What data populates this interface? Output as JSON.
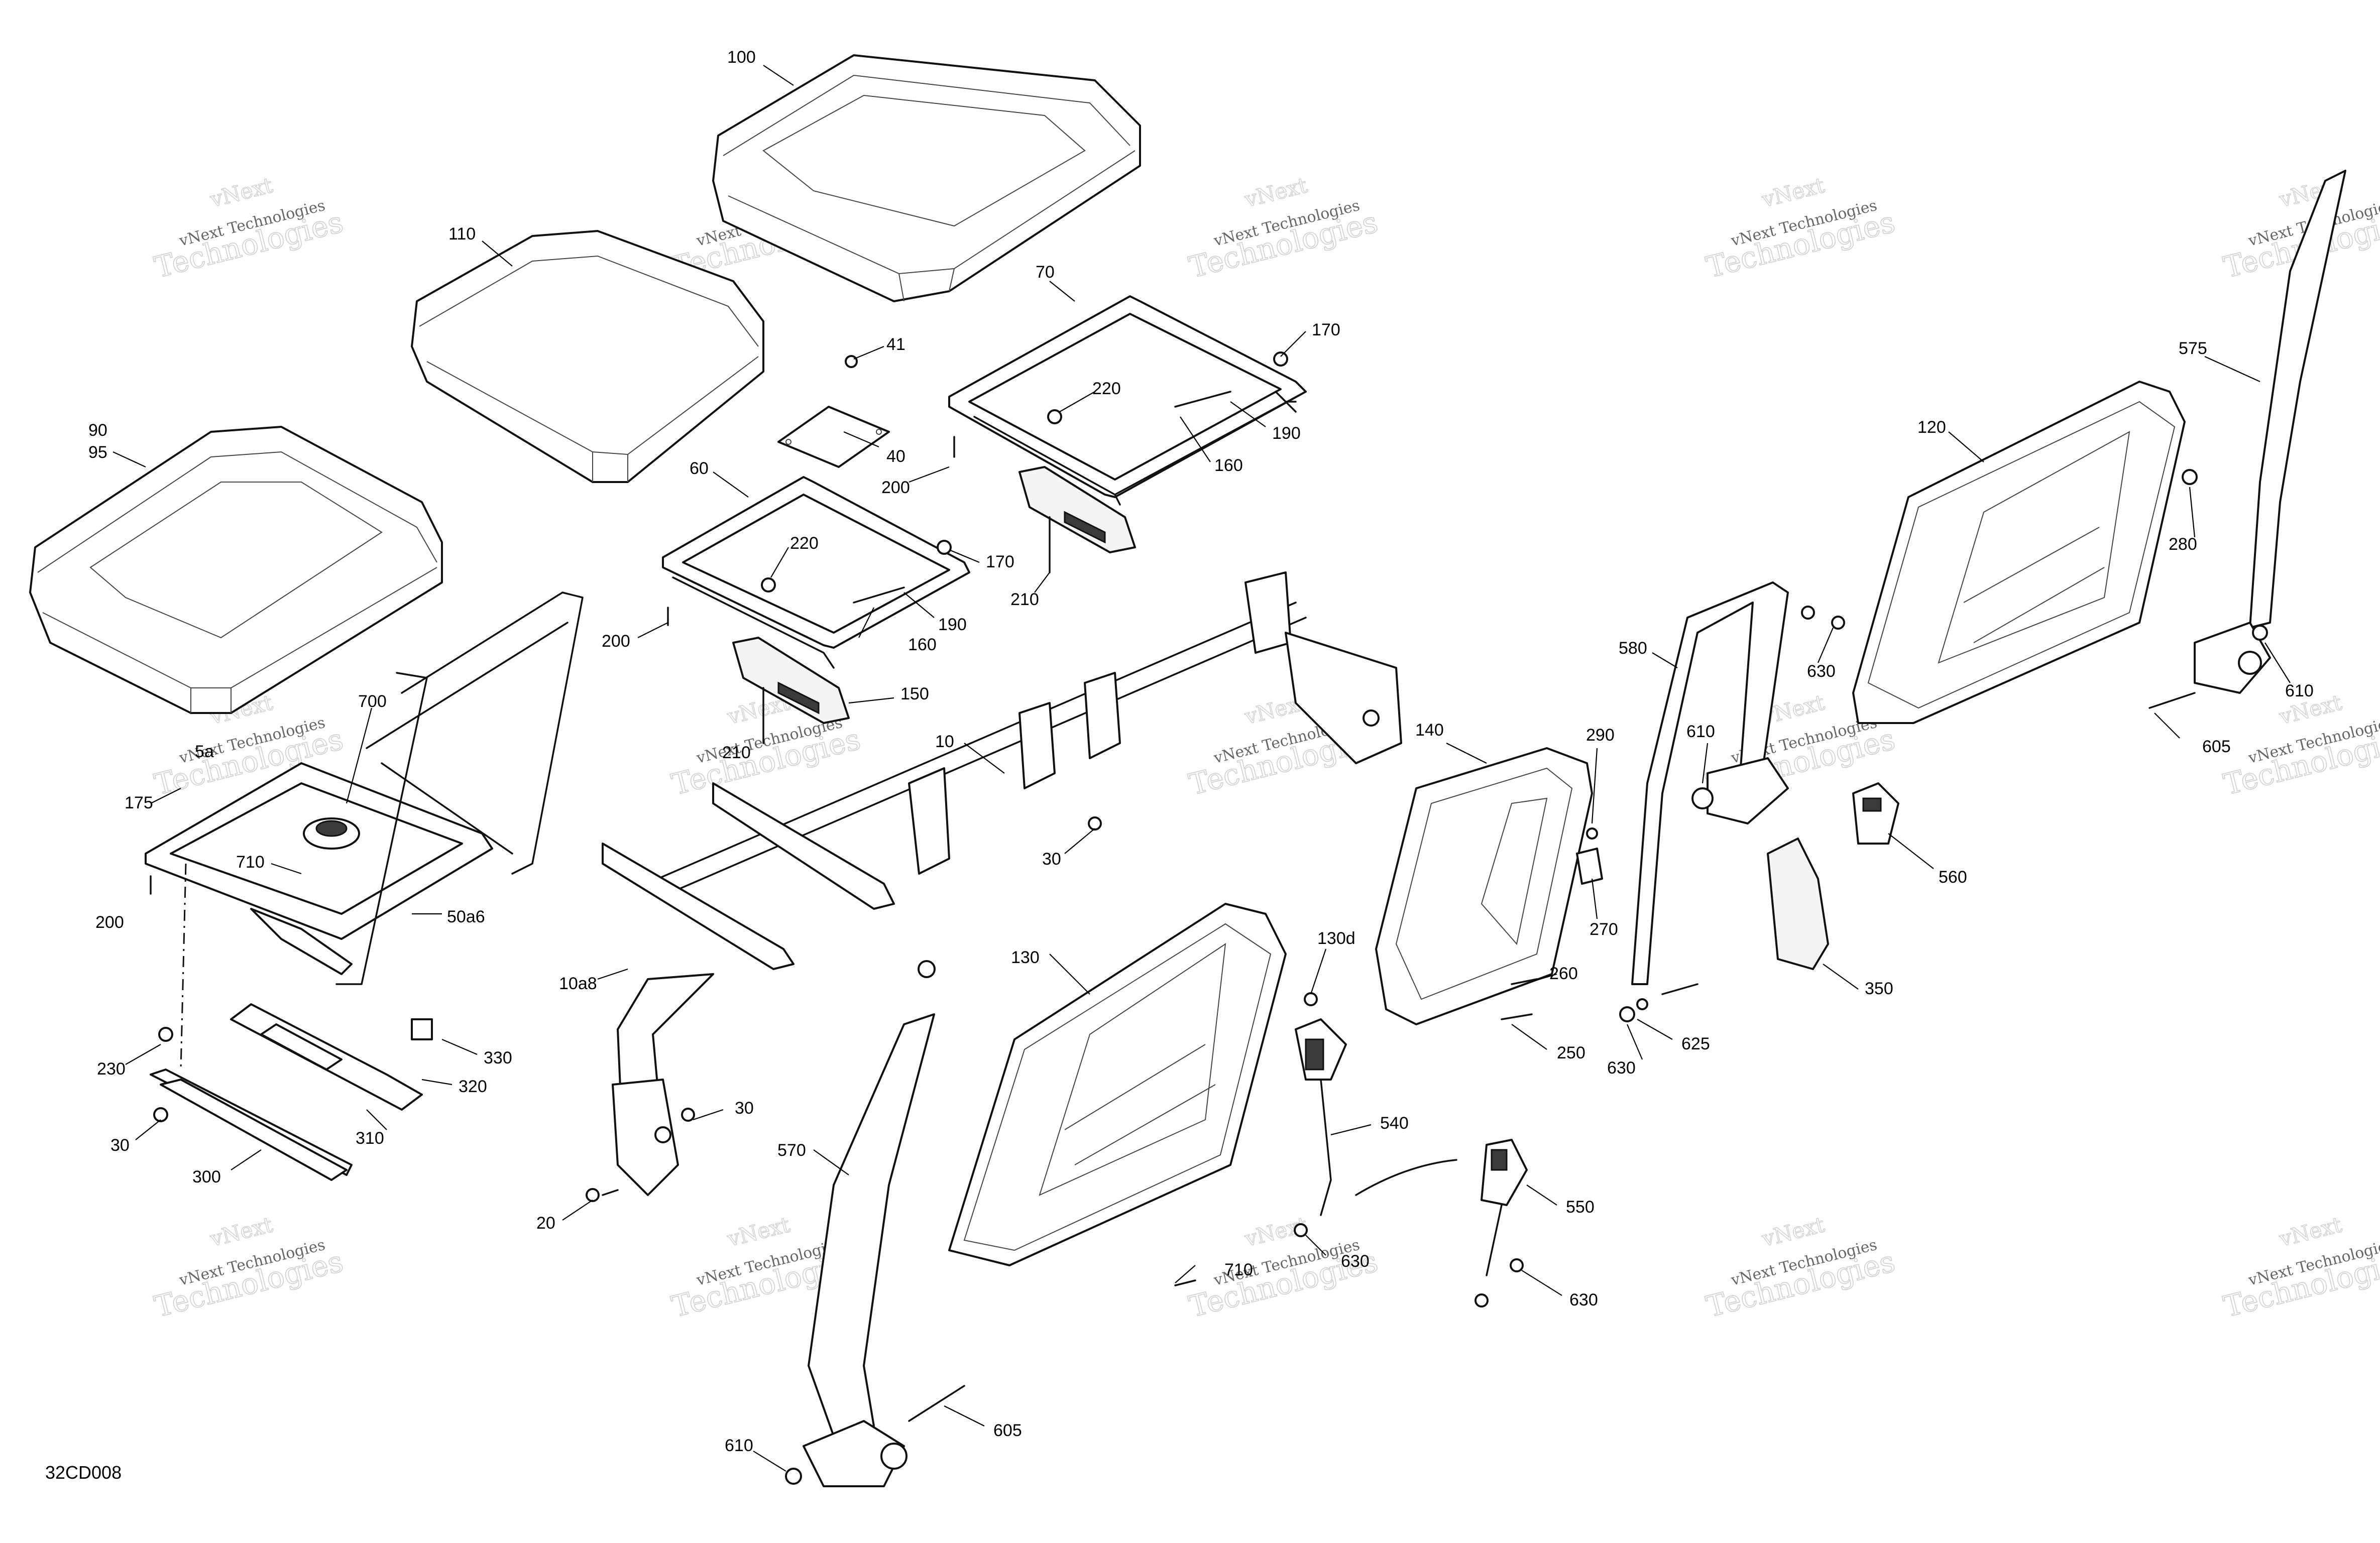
{
  "diagram": {
    "drawing_code": "32CD008",
    "watermark": {
      "line1": "vNext Technologies",
      "line2": "Technologies",
      "line3": "vNext"
    },
    "callouts": [
      {
        "id": "c100",
        "text": "100"
      },
      {
        "id": "c110",
        "text": "110"
      },
      {
        "id": "c90",
        "text": "90"
      },
      {
        "id": "c95",
        "text": "95"
      },
      {
        "id": "c41",
        "text": "41"
      },
      {
        "id": "c40",
        "text": "40"
      },
      {
        "id": "c200a",
        "text": "200"
      },
      {
        "id": "c70",
        "text": "70"
      },
      {
        "id": "c170a",
        "text": "170"
      },
      {
        "id": "c220a",
        "text": "220"
      },
      {
        "id": "c190a",
        "text": "190"
      },
      {
        "id": "c160a",
        "text": "160"
      },
      {
        "id": "c210a",
        "text": "210"
      },
      {
        "id": "c60",
        "text": "60"
      },
      {
        "id": "c220b",
        "text": "220"
      },
      {
        "id": "c170b",
        "text": "170"
      },
      {
        "id": "c190b",
        "text": "190"
      },
      {
        "id": "c160b",
        "text": "160"
      },
      {
        "id": "c200b",
        "text": "200"
      },
      {
        "id": "c150",
        "text": "150"
      },
      {
        "id": "c210b",
        "text": "210"
      },
      {
        "id": "c700",
        "text": "700"
      },
      {
        "id": "c5a",
        "text": "5a"
      },
      {
        "id": "c175",
        "text": "175"
      },
      {
        "id": "c710a",
        "text": "710"
      },
      {
        "id": "c200c",
        "text": "200"
      },
      {
        "id": "c50a6",
        "text": "50a6"
      },
      {
        "id": "c10",
        "text": "10"
      },
      {
        "id": "c30a",
        "text": "30"
      },
      {
        "id": "c10a8",
        "text": "10a8"
      },
      {
        "id": "c30b",
        "text": "30"
      },
      {
        "id": "c20",
        "text": "20"
      },
      {
        "id": "c230",
        "text": "230"
      },
      {
        "id": "c30c",
        "text": "30"
      },
      {
        "id": "c330",
        "text": "330"
      },
      {
        "id": "c320",
        "text": "320"
      },
      {
        "id": "c310",
        "text": "310"
      },
      {
        "id": "c300",
        "text": "300"
      },
      {
        "id": "c570",
        "text": "570"
      },
      {
        "id": "c605a",
        "text": "605"
      },
      {
        "id": "c610a",
        "text": "610"
      },
      {
        "id": "c130",
        "text": "130"
      },
      {
        "id": "c130d",
        "text": "130d"
      },
      {
        "id": "c540",
        "text": "540"
      },
      {
        "id": "c710b",
        "text": "710"
      },
      {
        "id": "c630a",
        "text": "630"
      },
      {
        "id": "c550",
        "text": "550"
      },
      {
        "id": "c630b",
        "text": "630"
      },
      {
        "id": "c140",
        "text": "140"
      },
      {
        "id": "c290",
        "text": "290"
      },
      {
        "id": "c270",
        "text": "270"
      },
      {
        "id": "c260",
        "text": "260"
      },
      {
        "id": "c250",
        "text": "250"
      },
      {
        "id": "c580",
        "text": "580"
      },
      {
        "id": "c610b",
        "text": "610"
      },
      {
        "id": "c625",
        "text": "625"
      },
      {
        "id": "c630c",
        "text": "630"
      },
      {
        "id": "c350",
        "text": "350"
      },
      {
        "id": "c560",
        "text": "560"
      },
      {
        "id": "c630d",
        "text": "630"
      },
      {
        "id": "c120",
        "text": "120"
      },
      {
        "id": "c575",
        "text": "575"
      },
      {
        "id": "c280",
        "text": "280"
      },
      {
        "id": "c610c",
        "text": "610"
      },
      {
        "id": "c605b",
        "text": "605"
      }
    ]
  }
}
